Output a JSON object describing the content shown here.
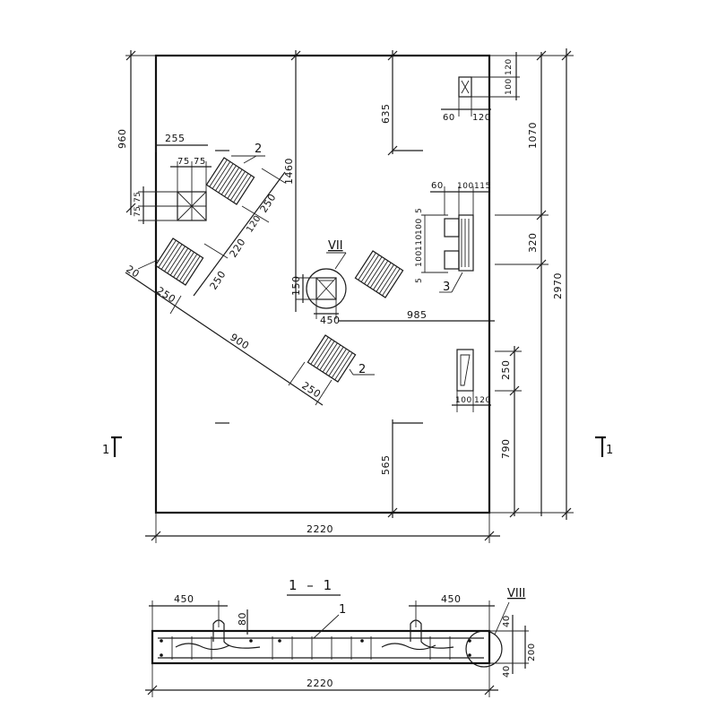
{
  "plan": {
    "overall_width": "2220",
    "overall_height": "2970",
    "dims": {
      "d960": "960",
      "d1460": "1460",
      "d635": "635",
      "d1070": "1070",
      "d320": "320",
      "d250_right": "250",
      "d790": "790",
      "d565": "565",
      "d985": "985",
      "d150": "150",
      "d450": "450",
      "d900": "900",
      "d250_a": "250",
      "d250_b": "250",
      "d250_c": "250",
      "d250_d": "250",
      "d220": "220",
      "d120_diag": "120",
      "d20": "20",
      "d255": "255",
      "d75a": "75",
      "d75b": "75",
      "d75c": "75",
      "d75d": "75",
      "d60_top": "60",
      "d120_top": "120",
      "d100_top": "100",
      "d120_top2": "120",
      "d60_mid": "60",
      "d100_mid": "100",
      "d115_mid": "115",
      "d5a": "5",
      "d100_mid2": "100",
      "d110_mid": "110",
      "d100_mid3": "100",
      "d5b": "5",
      "d100_bot": "100",
      "d120_bot": "120"
    },
    "callouts": {
      "item2_top": "2",
      "item2_bottom": "2",
      "item3": "3",
      "detail_vii": "VII"
    },
    "section_mark_left": "1",
    "section_mark_right": "1"
  },
  "section": {
    "title": "1 – 1",
    "width": "2220",
    "d450_left": "450",
    "d450_right": "450",
    "d80": "80",
    "d40_top": "40",
    "d200": "200",
    "d40_bottom": "40",
    "callout_1": "1",
    "detail_viii": "VIII"
  }
}
